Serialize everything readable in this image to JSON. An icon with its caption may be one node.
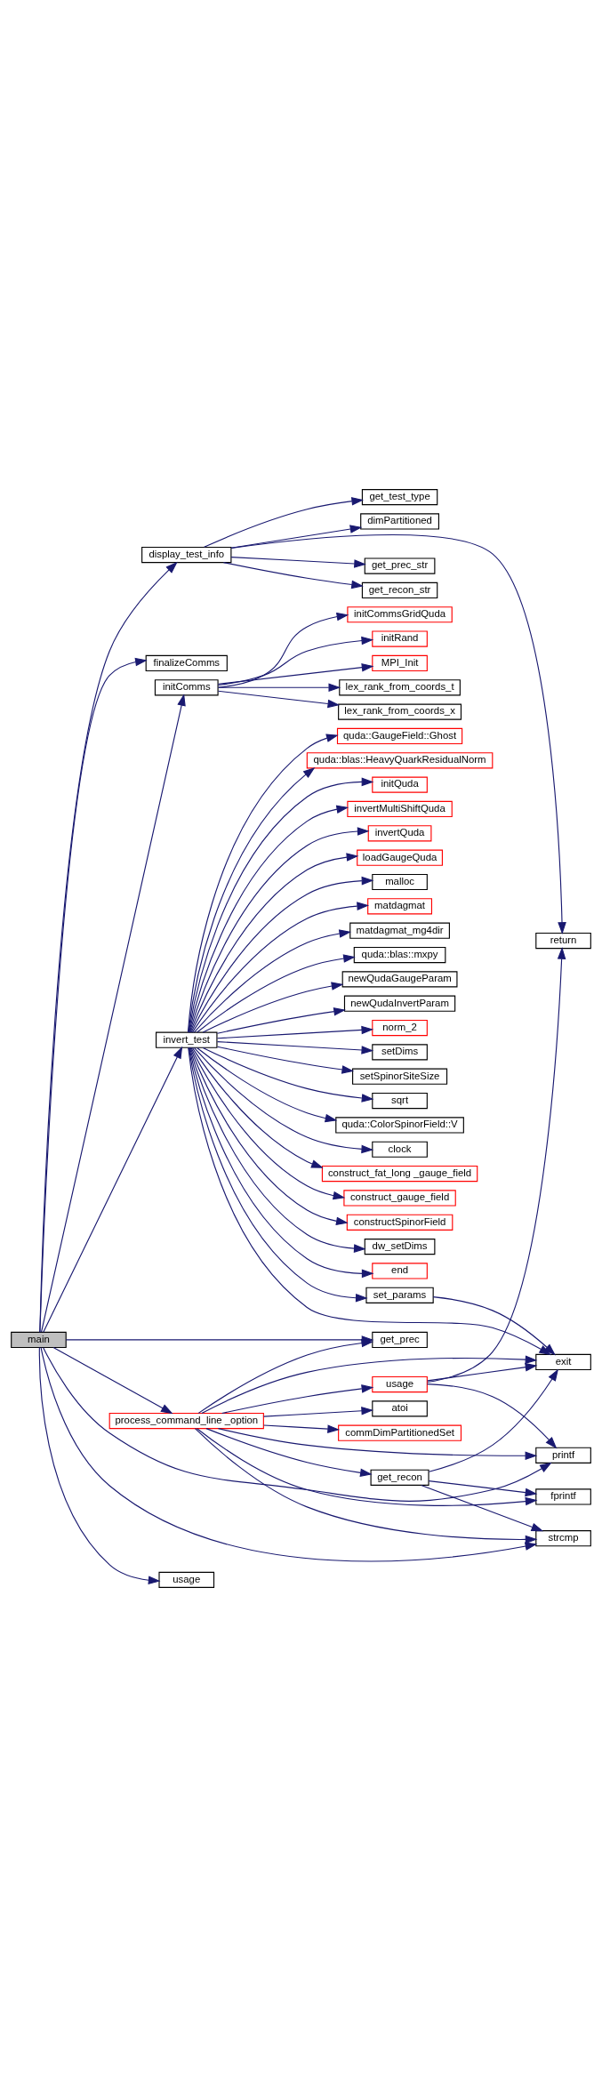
{
  "diagram": {
    "nodes": [
      {
        "text": [
          "main"
        ]
      },
      {
        "text": [
          "display_test_info"
        ]
      },
      {
        "text": [
          "get_prec_str"
        ]
      },
      {
        "text": [
          "get_recon_str"
        ]
      },
      {
        "text": [
          "get_test_type"
        ]
      },
      {
        "text": [
          "dimPartitioned"
        ]
      },
      {
        "text": [
          "return"
        ]
      },
      {
        "text": [
          "finalizeComms"
        ]
      },
      {
        "text": [
          "initComms"
        ]
      },
      {
        "text": [
          "lex_rank_from_coords_t"
        ]
      },
      {
        "text": [
          "lex_rank_from_coords_x"
        ]
      },
      {
        "text": [
          "initCommsGridQuda"
        ]
      },
      {
        "text": [
          "initRand"
        ]
      },
      {
        "text": [
          "MPI_Init"
        ]
      },
      {
        "text": [
          "invert_test"
        ]
      },
      {
        "text": [
          "newQudaInvertParam"
        ]
      },
      {
        "text": [
          "norm_2"
        ]
      },
      {
        "text": [
          "setDims"
        ]
      },
      {
        "text": [
          "setSpinorSiteSize"
        ]
      },
      {
        "text": [
          "sqrt"
        ]
      },
      {
        "text": [
          "quda::ColorSpinorField::V"
        ]
      },
      {
        "text": [
          "clock"
        ]
      },
      {
        "text": [
          "construct_fat_long _gauge_field"
        ]
      },
      {
        "text": [
          "construct_gauge_field"
        ]
      },
      {
        "text": [
          "constructSpinorField"
        ]
      },
      {
        "text": [
          "dw_setDims"
        ]
      },
      {
        "text": [
          "end"
        ]
      },
      {
        "text": [
          "quda::GaugeField::Ghost"
        ]
      },
      {
        "text": [
          "quda::blas::HeavyQuarkResidualNorm"
        ]
      },
      {
        "text": [
          "initQuda"
        ]
      },
      {
        "text": [
          "invertMultiShiftQuda"
        ]
      },
      {
        "text": [
          "invertQuda"
        ]
      },
      {
        "text": [
          "loadGaugeQuda"
        ]
      },
      {
        "text": [
          "malloc"
        ]
      },
      {
        "text": [
          "matdagmat"
        ]
      },
      {
        "text": [
          "matdagmat_mg4dir"
        ]
      },
      {
        "text": [
          "quda::blas::mxpy"
        ]
      },
      {
        "text": [
          "newQudaGaugeParam"
        ]
      },
      {
        "text": [
          "set_params"
        ]
      },
      {
        "text": [
          "exit"
        ]
      },
      {
        "text": [
          "get_prec"
        ]
      },
      {
        "text": [
          "process_command_line _option"
        ]
      },
      {
        "text": [
          "usage"
        ]
      },
      {
        "text": [
          "atoi"
        ]
      },
      {
        "text": [
          "commDimPartitionedSet"
        ]
      },
      {
        "text": [
          "printf"
        ]
      },
      {
        "text": [
          "get_recon"
        ]
      },
      {
        "text": [
          "fprintf"
        ]
      },
      {
        "text": [
          "strcmp"
        ]
      },
      {
        "text": [
          "usage"
        ]
      }
    ],
    "edges": [
      {
        "from": 0,
        "to": 1,
        "arrow": "to"
      },
      {
        "from": 1,
        "to": 2,
        "arrow": "to"
      },
      {
        "from": 1,
        "to": 3,
        "arrow": "to"
      },
      {
        "from": 1,
        "to": 4,
        "arrow": "to"
      },
      {
        "from": 1,
        "to": 5,
        "arrow": "to"
      },
      {
        "from": 1,
        "to": 6,
        "arrow": "to"
      },
      {
        "from": 0,
        "to": 7,
        "arrow": "to"
      },
      {
        "from": 0,
        "to": 8,
        "arrow": "to"
      },
      {
        "from": 8,
        "to": 9,
        "arrow": "to"
      },
      {
        "from": 8,
        "to": 10,
        "arrow": "to"
      },
      {
        "from": 8,
        "to": 11,
        "arrow": "to"
      },
      {
        "from": 8,
        "to": 12,
        "arrow": "to"
      },
      {
        "from": 8,
        "to": 13,
        "arrow": "to"
      },
      {
        "from": 0,
        "to": 14,
        "arrow": "to"
      },
      {
        "from": 14,
        "to": 15,
        "arrow": "to"
      },
      {
        "from": 14,
        "to": 16,
        "arrow": "to"
      },
      {
        "from": 14,
        "to": 17,
        "arrow": "to"
      },
      {
        "from": 14,
        "to": 18,
        "arrow": "to"
      },
      {
        "from": 14,
        "to": 19,
        "arrow": "to"
      },
      {
        "from": 14,
        "to": 20,
        "arrow": "to"
      },
      {
        "from": 14,
        "to": 21,
        "arrow": "to"
      },
      {
        "from": 14,
        "to": 22,
        "arrow": "to"
      },
      {
        "from": 14,
        "to": 23,
        "arrow": "to"
      },
      {
        "from": 14,
        "to": 24,
        "arrow": "to"
      },
      {
        "from": 14,
        "to": 25,
        "arrow": "to"
      },
      {
        "from": 14,
        "to": 26,
        "arrow": "to"
      },
      {
        "from": 14,
        "to": 27,
        "arrow": "to"
      },
      {
        "from": 14,
        "to": 28,
        "arrow": "to"
      },
      {
        "from": 14,
        "to": 29,
        "arrow": "to"
      },
      {
        "from": 14,
        "to": 30,
        "arrow": "to"
      },
      {
        "from": 14,
        "to": 31,
        "arrow": "to"
      },
      {
        "from": 14,
        "to": 32,
        "arrow": "to"
      },
      {
        "from": 14,
        "to": 33,
        "arrow": "to"
      },
      {
        "from": 14,
        "to": 34,
        "arrow": "to"
      },
      {
        "from": 14,
        "to": 35,
        "arrow": "to"
      },
      {
        "from": 14,
        "to": 36,
        "arrow": "to"
      },
      {
        "from": 14,
        "to": 37,
        "arrow": "to"
      },
      {
        "from": 14,
        "to": 39,
        "arrow": "to"
      },
      {
        "from": 14,
        "to": 38,
        "arrow": "to"
      },
      {
        "from": 38,
        "to": 39,
        "arrow": "to"
      },
      {
        "from": 0,
        "to": 40,
        "arrow": "to"
      },
      {
        "from": 0,
        "to": 41,
        "arrow": "to"
      },
      {
        "from": 41,
        "to": 40,
        "arrow": "to"
      },
      {
        "from": 41,
        "to": 39,
        "arrow": "to"
      },
      {
        "from": 41,
        "to": 42,
        "arrow": "to"
      },
      {
        "from": 42,
        "to": 6,
        "arrow": "to"
      },
      {
        "from": 42,
        "to": 39,
        "arrow": "to"
      },
      {
        "from": 42,
        "to": 45,
        "arrow": "to"
      },
      {
        "from": 41,
        "to": 43,
        "arrow": "to"
      },
      {
        "from": 41,
        "to": 44,
        "arrow": "to"
      },
      {
        "from": 41,
        "to": 45,
        "arrow": "to"
      },
      {
        "from": 41,
        "to": 46,
        "arrow": "to"
      },
      {
        "from": 46,
        "to": 39,
        "arrow": "to"
      },
      {
        "from": 46,
        "to": 47,
        "arrow": "to"
      },
      {
        "from": 46,
        "to": 48,
        "arrow": "to"
      },
      {
        "from": 41,
        "to": 47,
        "arrow": "to"
      },
      {
        "from": 41,
        "to": 48,
        "arrow": "to"
      },
      {
        "from": 0,
        "to": 45,
        "arrow": "to"
      },
      {
        "from": 0,
        "to": 48,
        "arrow": "to"
      },
      {
        "from": 0,
        "to": 49,
        "arrow": "to"
      }
    ]
  }
}
